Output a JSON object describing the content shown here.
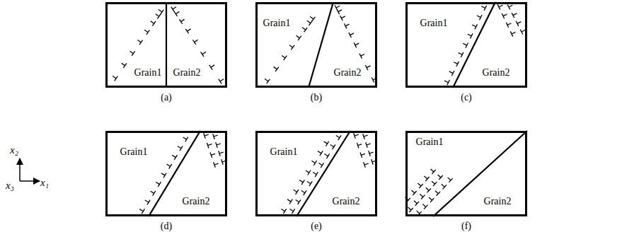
{
  "diagram": {
    "nodes": [
      {
        "text": [
          "Grain1",
          "Grain2",
          "(a)"
        ]
      },
      {
        "text": [
          "Grain1",
          "Grain2",
          "(b)"
        ]
      },
      {
        "text": [
          "Grain1",
          "Grain2",
          "(c)"
        ]
      },
      {
        "text": [
          "Grain1",
          "Grain2",
          "(d)"
        ]
      },
      {
        "text": [
          "Grain1",
          "Grain2",
          "(e)"
        ]
      },
      {
        "text": [
          "Grain1",
          "Grain2",
          "(f)"
        ]
      }
    ],
    "labels": [
      "x₂",
      "x₃",
      "x₁"
    ]
  }
}
